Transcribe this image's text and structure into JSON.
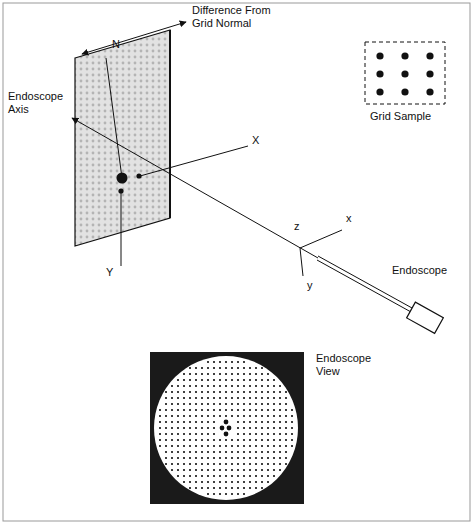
{
  "diagram": {
    "labels": [
      "N",
      "Difference From Grid Normal",
      "Endoscope Axis",
      "X",
      "Grid Sample",
      "Y",
      "z",
      "x",
      "y",
      "Endoscope",
      "Endoscope View"
    ]
  }
}
